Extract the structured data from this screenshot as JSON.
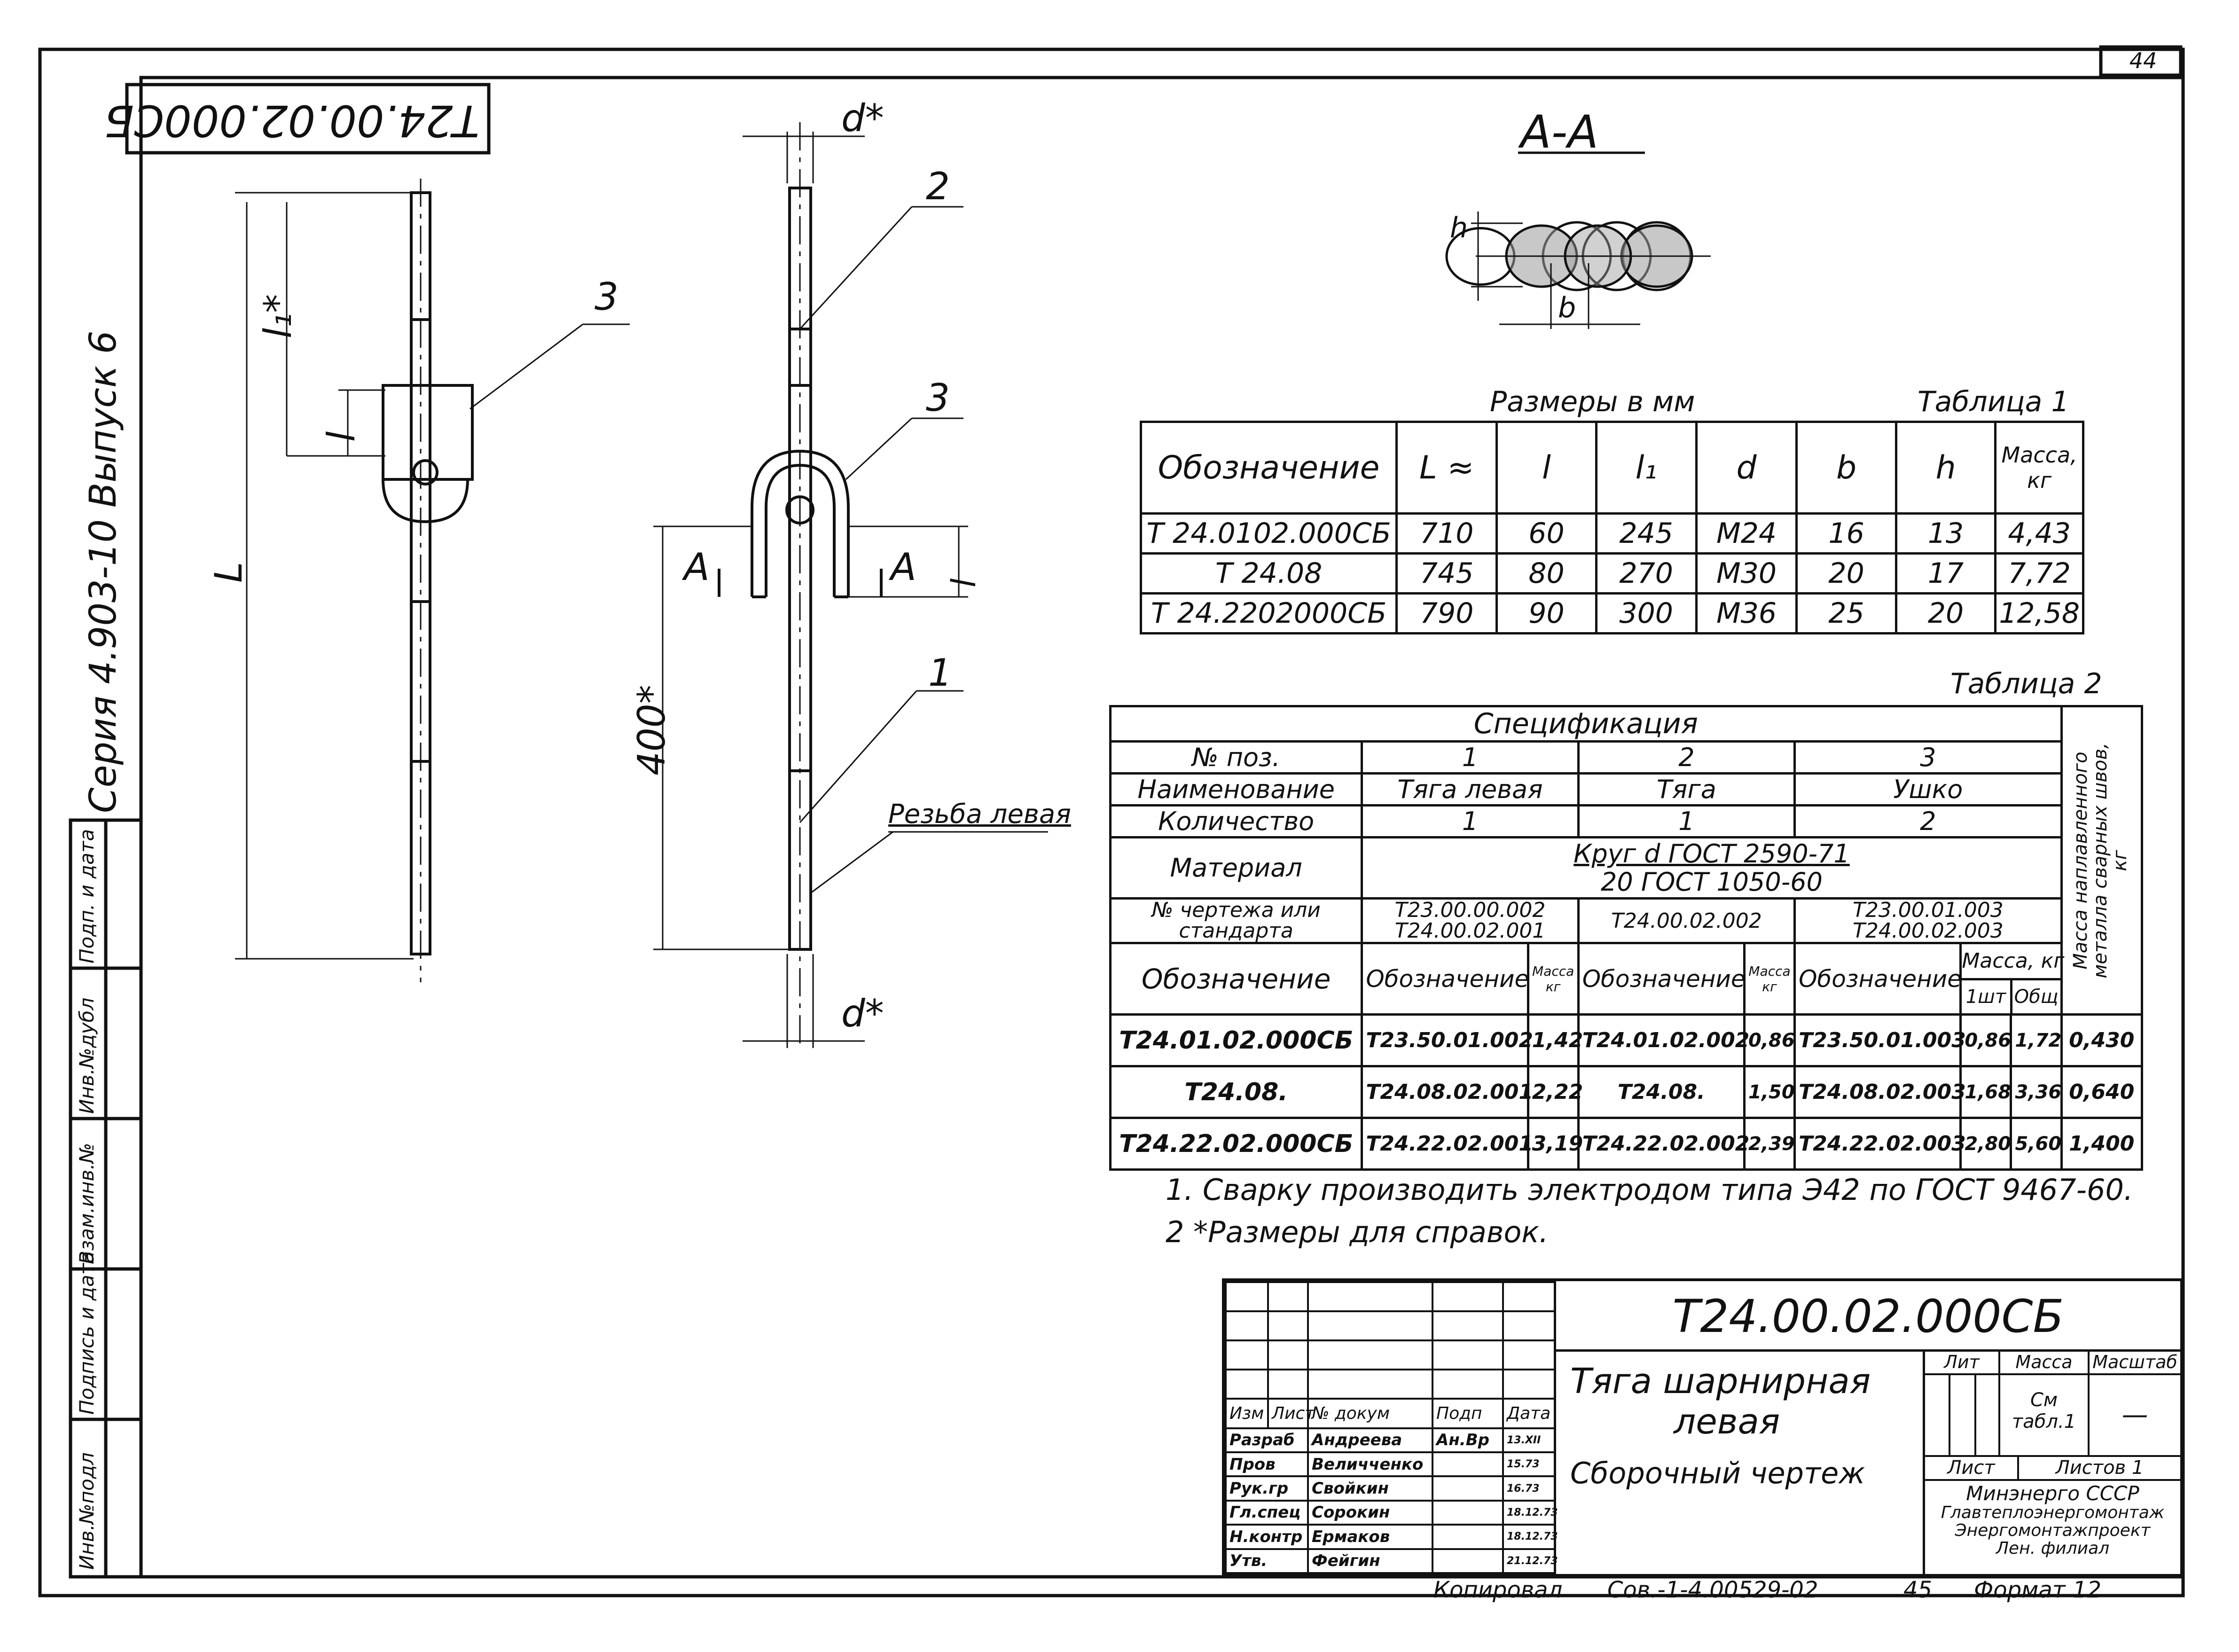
{
  "sheet_number": "44",
  "stamp_code_rotated": "Т24.00.02.000СБ",
  "series": "Серия 4.903-10  Выпуск 6",
  "side_strip": [
    "Инв.№подл",
    "Подпись и дата",
    "Взам.инв.№",
    "Инв.№дубл",
    "Подп. и дата"
  ],
  "left_view": {
    "labels": {
      "l1": "l₁*",
      "l": "l",
      "L": "L",
      "pos3": "3"
    }
  },
  "mid_view": {
    "labels": {
      "d_top": "d*",
      "d_bottom": "d*",
      "pos2": "2",
      "pos3": "3",
      "pos1": "1",
      "dim400": "400*",
      "A_left": "A",
      "A_right": "A",
      "l": "l",
      "thread": "Резьба левая"
    }
  },
  "section": {
    "title": "А-А",
    "h": "h",
    "b": "b"
  },
  "table1": {
    "caption": "Размеры в мм",
    "title": "Таблица 1",
    "headers": [
      "Обозначение",
      "L ≈",
      "l",
      "l₁",
      "d",
      "b",
      "h",
      "Масса, кг"
    ],
    "rows": [
      [
        "Т 24.0102.000СБ",
        "710",
        "60",
        "245",
        "М24",
        "16",
        "13",
        "4,43"
      ],
      [
        "Т 24.08",
        "745",
        "80",
        "270",
        "М30",
        "20",
        "17",
        "7,72"
      ],
      [
        "Т 24.2202000СБ",
        "790",
        "90",
        "300",
        "М36",
        "25",
        "20",
        "12,58"
      ]
    ]
  },
  "table2": {
    "title": "Таблица 2",
    "spec": "Спецификация",
    "pos_label": "№ поз.",
    "positions": [
      "1",
      "2",
      "3"
    ],
    "name_label": "Наименование",
    "names": [
      "Тяга левая",
      "Тяга",
      "Ушко"
    ],
    "qty_label": "Количество",
    "qty": [
      "1",
      "1",
      "2"
    ],
    "material_label": "Материал",
    "material_top": "Круг d ГОСТ 2590-71",
    "material_bottom": "20 ГОСТ 1050-60",
    "drawing_label": "№ чертежа или стандарта",
    "drawings": [
      "Т23.00.00.002 Т24.00.02.001",
      "Т24.00.02.002",
      "Т23.00.01.003 Т24.00.02.003"
    ],
    "designation_label": "Обозначение",
    "sub_designation": "Обозначение",
    "sub_mass": "Масса кг",
    "mass_kg": "Масса, кг",
    "mass_piece": "1шт",
    "mass_total": "Общ",
    "weld_metal": "Масса наплавленного металла сварных швов, кг",
    "rows": [
      [
        "Т24.01.02.000СБ",
        "Т23.50.01.002",
        "1,42",
        "Т24.01.02.002",
        "0,86",
        "Т23.50.01.003",
        "0,86",
        "1,72",
        "0,430"
      ],
      [
        "Т24.08.",
        "Т24.08.02.001",
        "2,22",
        "Т24.08.",
        "1,50",
        "Т24.08.02.003",
        "1,68",
        "3,36",
        "0,640"
      ],
      [
        "Т24.22.02.000СБ",
        "Т24.22.02.001",
        "3,19",
        "Т24.22.02.002",
        "2,39",
        "Т24.22.02.003",
        "2,80",
        "5,60",
        "1,400"
      ]
    ]
  },
  "notes": [
    "1. Сварку производить электродом типа Э42 по ГОСТ 9467-60.",
    "2 *Размеры для справок."
  ],
  "title_block": {
    "code": "Т24.00.02.000СБ",
    "name_line1": "Тяга шарнирная",
    "name_line2": "левая",
    "doc_type": "Сборочный чертеж",
    "lit": "Лит",
    "mass": "Масса",
    "scale": "Масштаб",
    "mass_value": "См табл.1",
    "scale_value": "—",
    "sheet": "Лист",
    "sheets": "Листов 1",
    "org1": "Минэнерго СССР",
    "org2": "Главтеплоэнергомонтаж",
    "org3": "Энергомонтажпроект",
    "org4": "Лен. филиал",
    "head": [
      "Изм",
      "Лист",
      "№ докум",
      "Подп",
      "Дата"
    ],
    "people": [
      [
        "Разраб",
        "Андреева",
        "Ан.Вр",
        "13.ХII"
      ],
      [
        "Пров",
        "Величченко",
        "",
        "15.73"
      ],
      [
        "Рук.гр",
        "Свойкин",
        "",
        "16.73"
      ],
      [
        "Гл.спец",
        "Сорокин",
        "",
        "18.12.73"
      ],
      [
        "Н.контр",
        "Ермаков",
        "",
        "18.12.73"
      ],
      [
        "Утв.",
        "Фейгин",
        "",
        "21.12.73"
      ]
    ]
  },
  "footer": {
    "copied": "Копировал",
    "order": "Сов.-1-4.00529-02",
    "num": "45",
    "format": "Формат 12"
  }
}
